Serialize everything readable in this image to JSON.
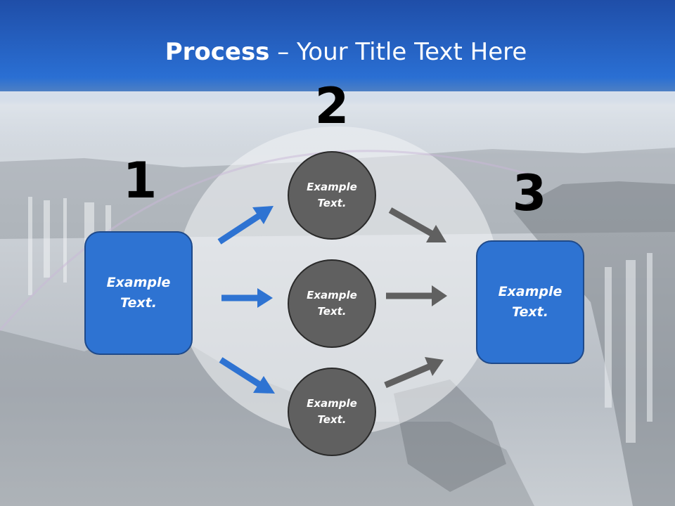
{
  "title": {
    "bold": "Process",
    "rest": " – Your Title Text Here"
  },
  "step_numbers": [
    "1",
    "2",
    "3"
  ],
  "start_box": {
    "text": "Example\nText."
  },
  "end_box": {
    "text": "Example\nText."
  },
  "circles": [
    {
      "text": "Example\nText."
    },
    {
      "text": "Example\nText."
    },
    {
      "text": "Example\nText."
    }
  ],
  "colors": {
    "box_fill": "#2e73d2",
    "circle_fill": "#606060",
    "blue_arrow": "#2e73d2",
    "gray_arrow": "#606060"
  }
}
